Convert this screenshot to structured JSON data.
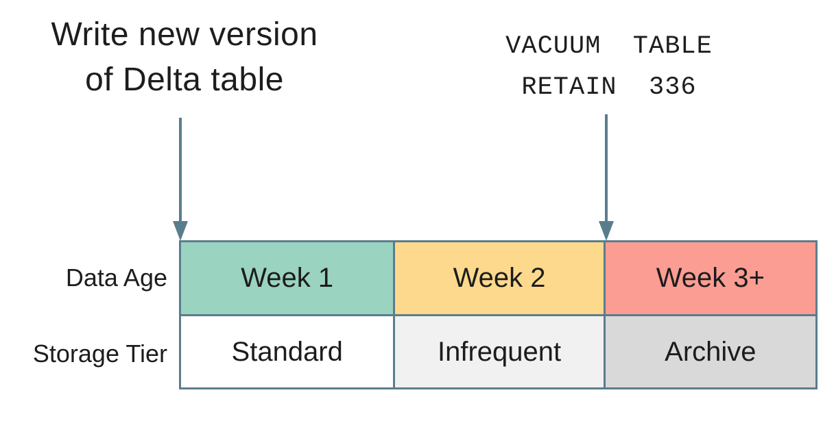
{
  "annotations": {
    "write_new_version": "Write new version\nof Delta table",
    "vacuum_command": "VACUUM  TABLE\nRETAIN  336"
  },
  "table": {
    "row_labels": [
      "Data Age",
      "Storage Tier"
    ],
    "data_age": [
      "Week 1",
      "Week 2",
      "Week 3+"
    ],
    "storage_tier": [
      "Standard",
      "Infrequent",
      "Archive"
    ]
  },
  "icons": {
    "left_arrow": "down-arrow-icon",
    "right_arrow": "down-arrow-icon"
  },
  "colors": {
    "border": "#5a7d8c",
    "arrow": "#5a7d8c",
    "text": "#1d1d1d",
    "week1_bg": "#9ad3c0",
    "week2_bg": "#fdd98d",
    "week3_bg": "#fb9d93",
    "standard_bg": "#ffffff",
    "infrequent_bg": "#f1f1f2",
    "archive_bg": "#d9d9d9"
  }
}
